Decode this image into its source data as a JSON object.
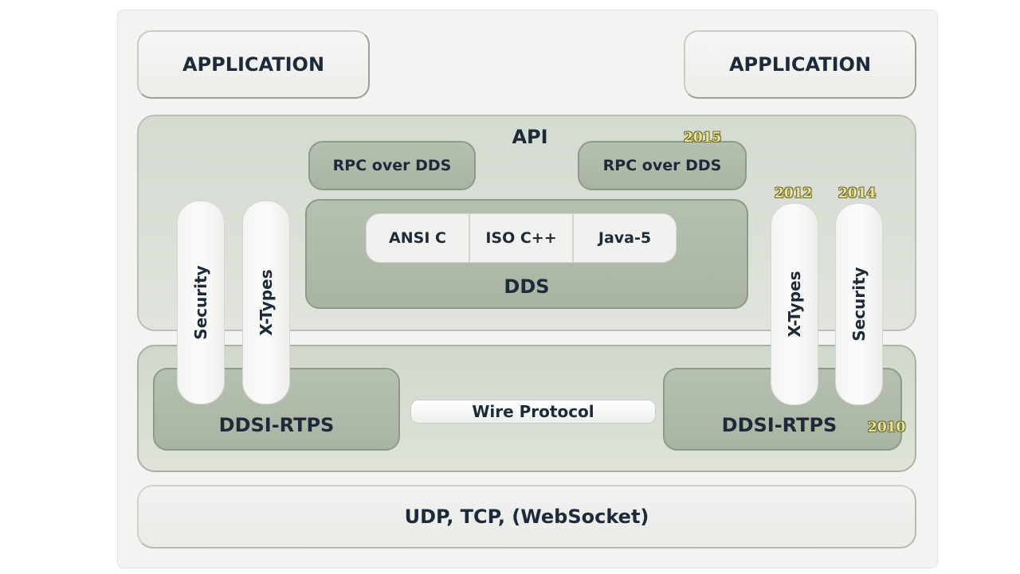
{
  "diagram": {
    "applications": [
      {
        "label": "APPLICATION"
      },
      {
        "label": "APPLICATION"
      }
    ],
    "api_layer": {
      "label": "API",
      "rpc": [
        {
          "label": "RPC over DDS",
          "year": ""
        },
        {
          "label": "RPC over DDS",
          "year": "2015"
        }
      ],
      "dds": {
        "label": "DDS",
        "languages": [
          "ANSI C",
          "ISO C++",
          "Java-5"
        ]
      }
    },
    "side_pillars": {
      "left": [
        {
          "label": "Security",
          "year": ""
        },
        {
          "label": "X-Types",
          "year": ""
        }
      ],
      "right": [
        {
          "label": "X-Types",
          "year": "2012"
        },
        {
          "label": "Security",
          "year": "2014"
        }
      ]
    },
    "rtps_layer": {
      "left": {
        "label": "DDSI-RTPS",
        "year": ""
      },
      "right": {
        "label": "DDSI-RTPS",
        "year": "2010"
      },
      "wire": "Wire Protocol"
    },
    "transport": {
      "label": "UDP, TCP, (WebSocket)"
    }
  }
}
